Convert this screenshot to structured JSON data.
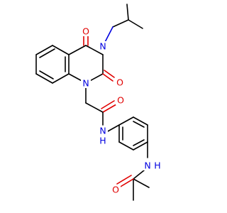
{
  "structure": {
    "colors": {
      "carbon_bond": "#000000",
      "oxygen": "#e00000",
      "nitrogen": "#0000e0",
      "background": "#ffffff"
    },
    "atom_labels": {
      "o_c4": "O",
      "n3": "N",
      "o_c2": "O",
      "n1": "N",
      "o_amide": "O",
      "nh_amide": "N",
      "h_amide": "H",
      "nh_acetamide": "N",
      "h_acetamide": "H",
      "o_acetyl": "O"
    }
  }
}
